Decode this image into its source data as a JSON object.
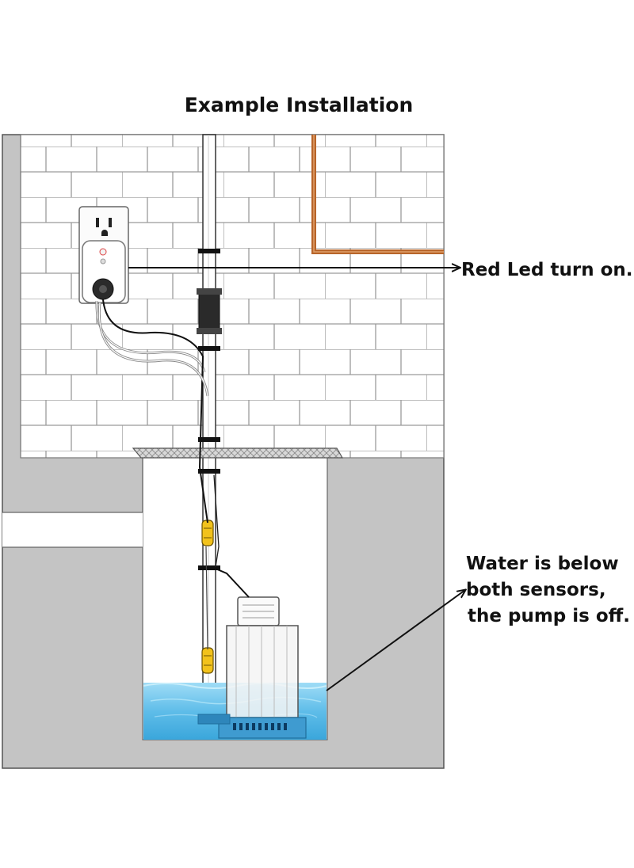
{
  "title": "Example Installation",
  "callouts": {
    "led": "Red Led turn on.",
    "water_line1": "Water is below",
    "water_line2": "both sensors,",
    "water_line3": "the pump is off."
  },
  "colors": {
    "wall_gray": "#c4c4c4",
    "brick_line": "#9a9a9a",
    "copper_pipe": "#b8652a",
    "water_blue": "#6cc4ee",
    "sensor_yellow": "#f2c21b"
  }
}
